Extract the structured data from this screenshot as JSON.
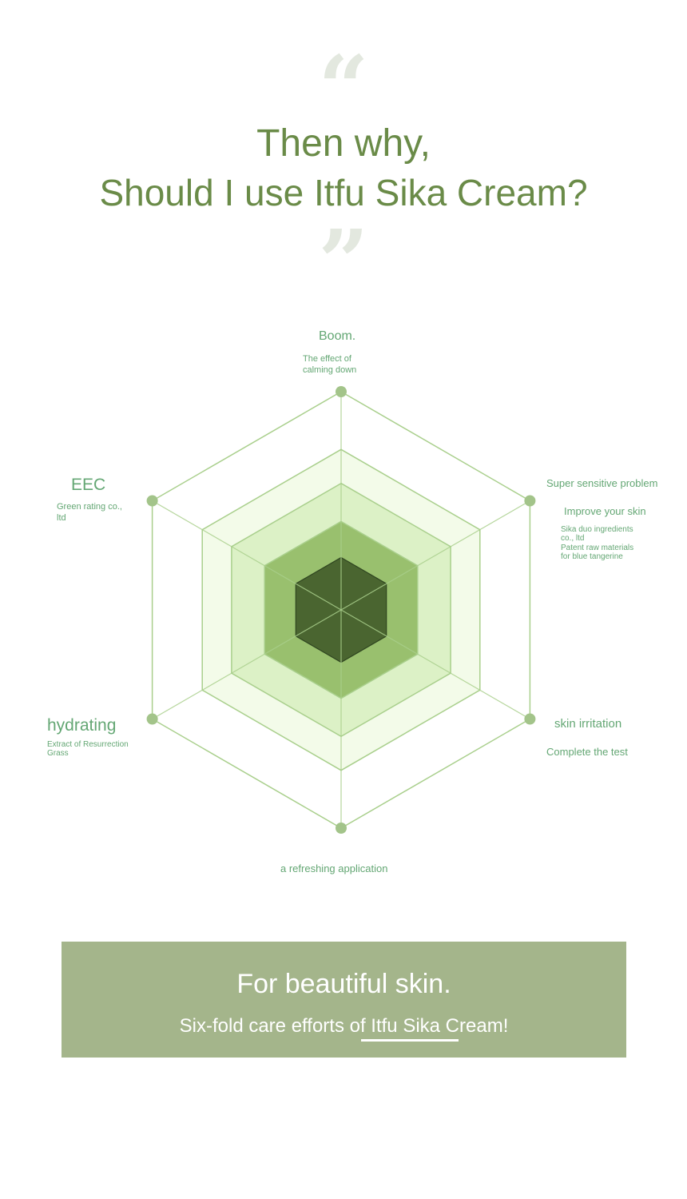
{
  "header": {
    "open_quote": "“",
    "line1": "Then why,",
    "line2": "Should I use Itfu Sika Cream?",
    "close_quote": "”",
    "color": "#6a8b48"
  },
  "diagram": {
    "axes": [
      {
        "id": "top",
        "title": "Boom.",
        "desc": [
          "The effect of",
          "calming down"
        ]
      },
      {
        "id": "upper-right",
        "title": "Super sensitive problem",
        "subtitle": "Improve your skin",
        "desc": [
          "Sika duo ingredients",
          "co., ltd",
          "Patent raw materials",
          "for blue tangerine"
        ]
      },
      {
        "id": "lower-right",
        "title": "skin irritation",
        "subtitle": "Complete the test"
      },
      {
        "id": "bottom",
        "title": "a refreshing application"
      },
      {
        "id": "lower-left",
        "title": "hydrating",
        "desc": [
          "Extract of Resurrection",
          "Grass"
        ]
      },
      {
        "id": "upper-left",
        "title": "EEC",
        "desc": [
          "Green rating co.,",
          "ltd"
        ]
      }
    ],
    "levels": [
      {
        "fraction": 1.0,
        "fill": "none"
      },
      {
        "fraction": 0.735,
        "fill": "#f3fbe9"
      },
      {
        "fraction": 0.58,
        "fill": "#dcf1c6"
      },
      {
        "fraction": 0.405,
        "fill": "#99c06e"
      },
      {
        "fraction": 0.24,
        "fill": "#4a6530"
      }
    ],
    "colors": {
      "line": "#a9cf8c",
      "dot": "#a3c48a",
      "inner_stroke": "#2f4520",
      "label": "#64a774"
    }
  },
  "banner": {
    "title": "For beautiful skin.",
    "subtitle": "Six-fold care efforts of Itfu Sika Cream!",
    "background": "#a4b58b"
  }
}
